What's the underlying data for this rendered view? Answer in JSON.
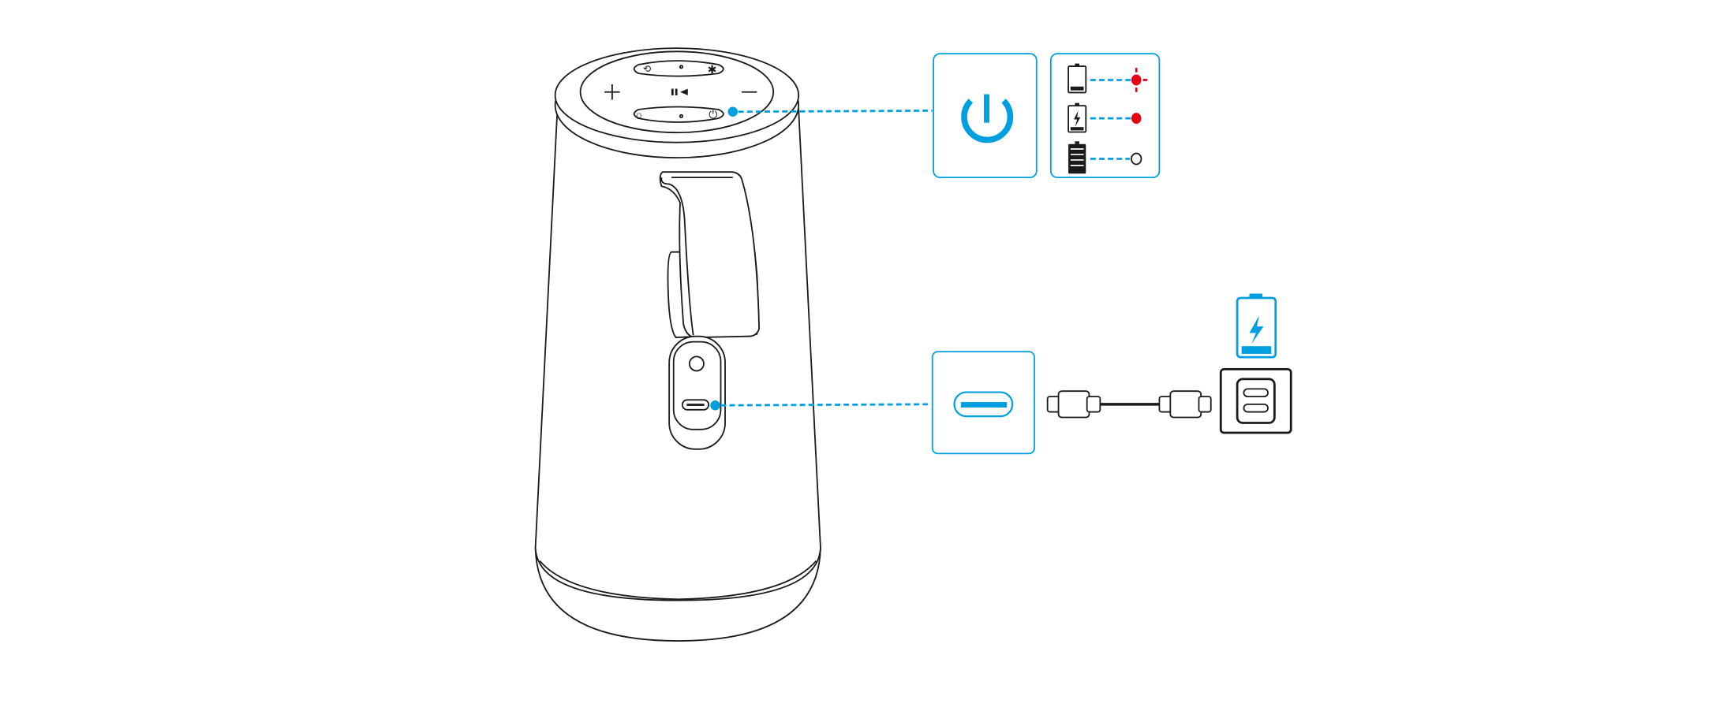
{
  "colors": {
    "accent": "#00a0e0",
    "indicator_red": "#e60012",
    "line": "#1a1a1a"
  },
  "callouts": [
    {
      "name": "power-button-callout",
      "icon": "power-icon"
    },
    {
      "name": "battery-indicator-callout",
      "states": [
        {
          "battery": "low",
          "led": "flashing-red"
        },
        {
          "battery": "charging",
          "led": "solid-red"
        },
        {
          "battery": "full",
          "led": "off"
        }
      ]
    },
    {
      "name": "usb-c-port-callout",
      "icon": "usb-c-port-icon"
    }
  ],
  "charging": {
    "cable": "usb-c-to-usb-c",
    "adapter": "dual-usb-c-charger",
    "icon": "battery-charging-icon"
  }
}
